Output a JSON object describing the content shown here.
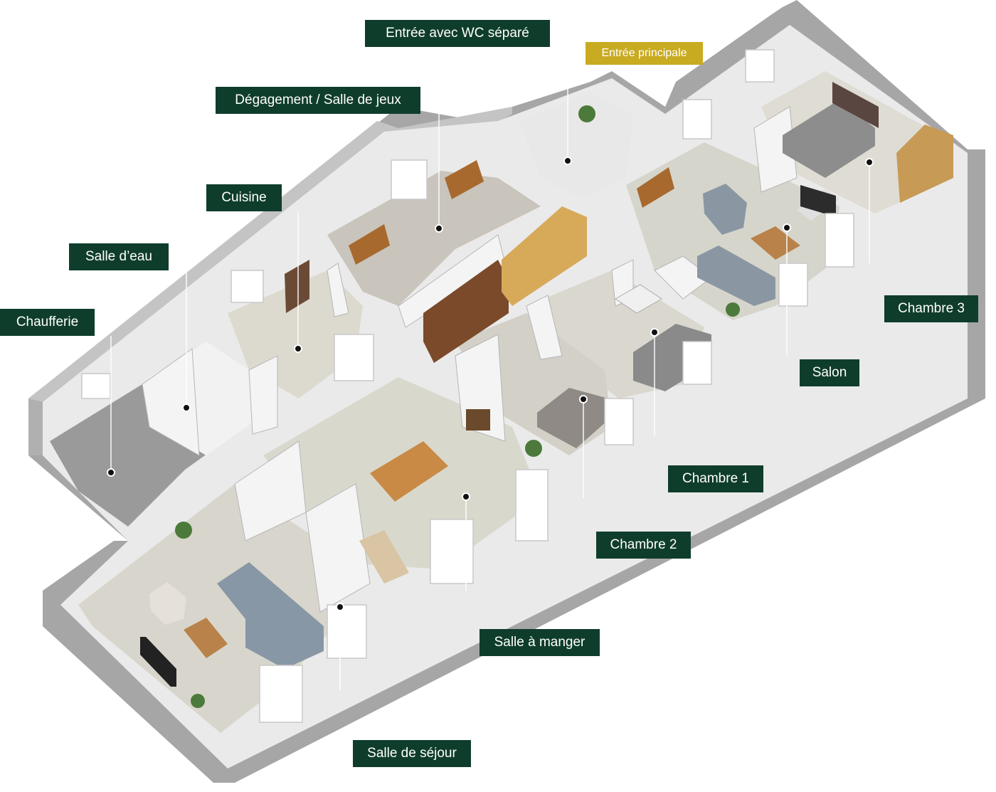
{
  "labels": {
    "entree_wc": "Entrée avec WC séparé",
    "entree_principale": "Entrée principale",
    "degagement": "Dégagement / Salle de jeux",
    "cuisine": "Cuisine",
    "salle_eau": "Salle d’eau",
    "chaufferie": "Chaufferie",
    "chambre3": "Chambre 3",
    "salon": "Salon",
    "chambre1": "Chambre 1",
    "chambre2": "Chambre 2",
    "salle_manger": "Salle à manger",
    "salle_sejour": "Salle de séjour"
  },
  "colors": {
    "label_bg": "#0f3d2b",
    "label_accent": "#c9ab22",
    "label_text": "#ffffff",
    "wall_top": "#bdbdbd",
    "wall_side": "#a3a3a3",
    "wall_inner": "#ededed",
    "floor": "#d8d6cc"
  }
}
